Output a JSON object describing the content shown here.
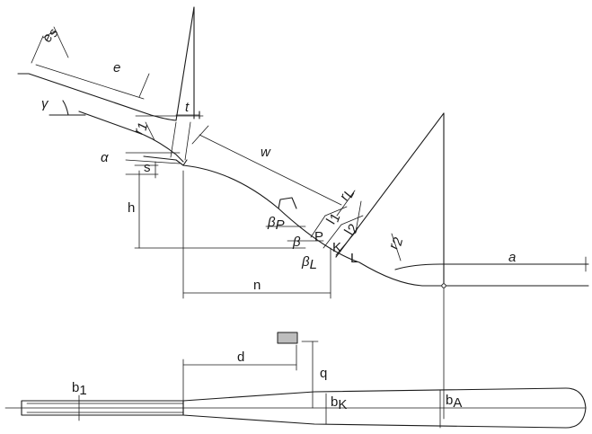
{
  "labels": {
    "es_main": "e",
    "es_sub": "s",
    "e": "e",
    "gamma": "γ",
    "t": "t",
    "r1_main": "r",
    "r1_sub": "1",
    "w": "w",
    "alpha": "α",
    "s": "s",
    "h": "h",
    "beta_p_main": "β",
    "beta_p_sub": "P",
    "beta": "β",
    "beta_l_main": "β",
    "beta_l_sub": "L",
    "P": "P",
    "K": "K",
    "L": "L",
    "l1_main": "l",
    "l1_sub": "1",
    "l2_main": "l",
    "l2_sub": "2",
    "rl_main": "r",
    "rl_sub": "L",
    "r2_main": "r",
    "r2_sub": "2",
    "a": "a",
    "n": "n",
    "d": "d",
    "q": "q",
    "b1_main": "b",
    "b1_sub": "1",
    "bk_main": "b",
    "bk_sub": "K",
    "ba_main": "b",
    "ba_sub": "A"
  }
}
